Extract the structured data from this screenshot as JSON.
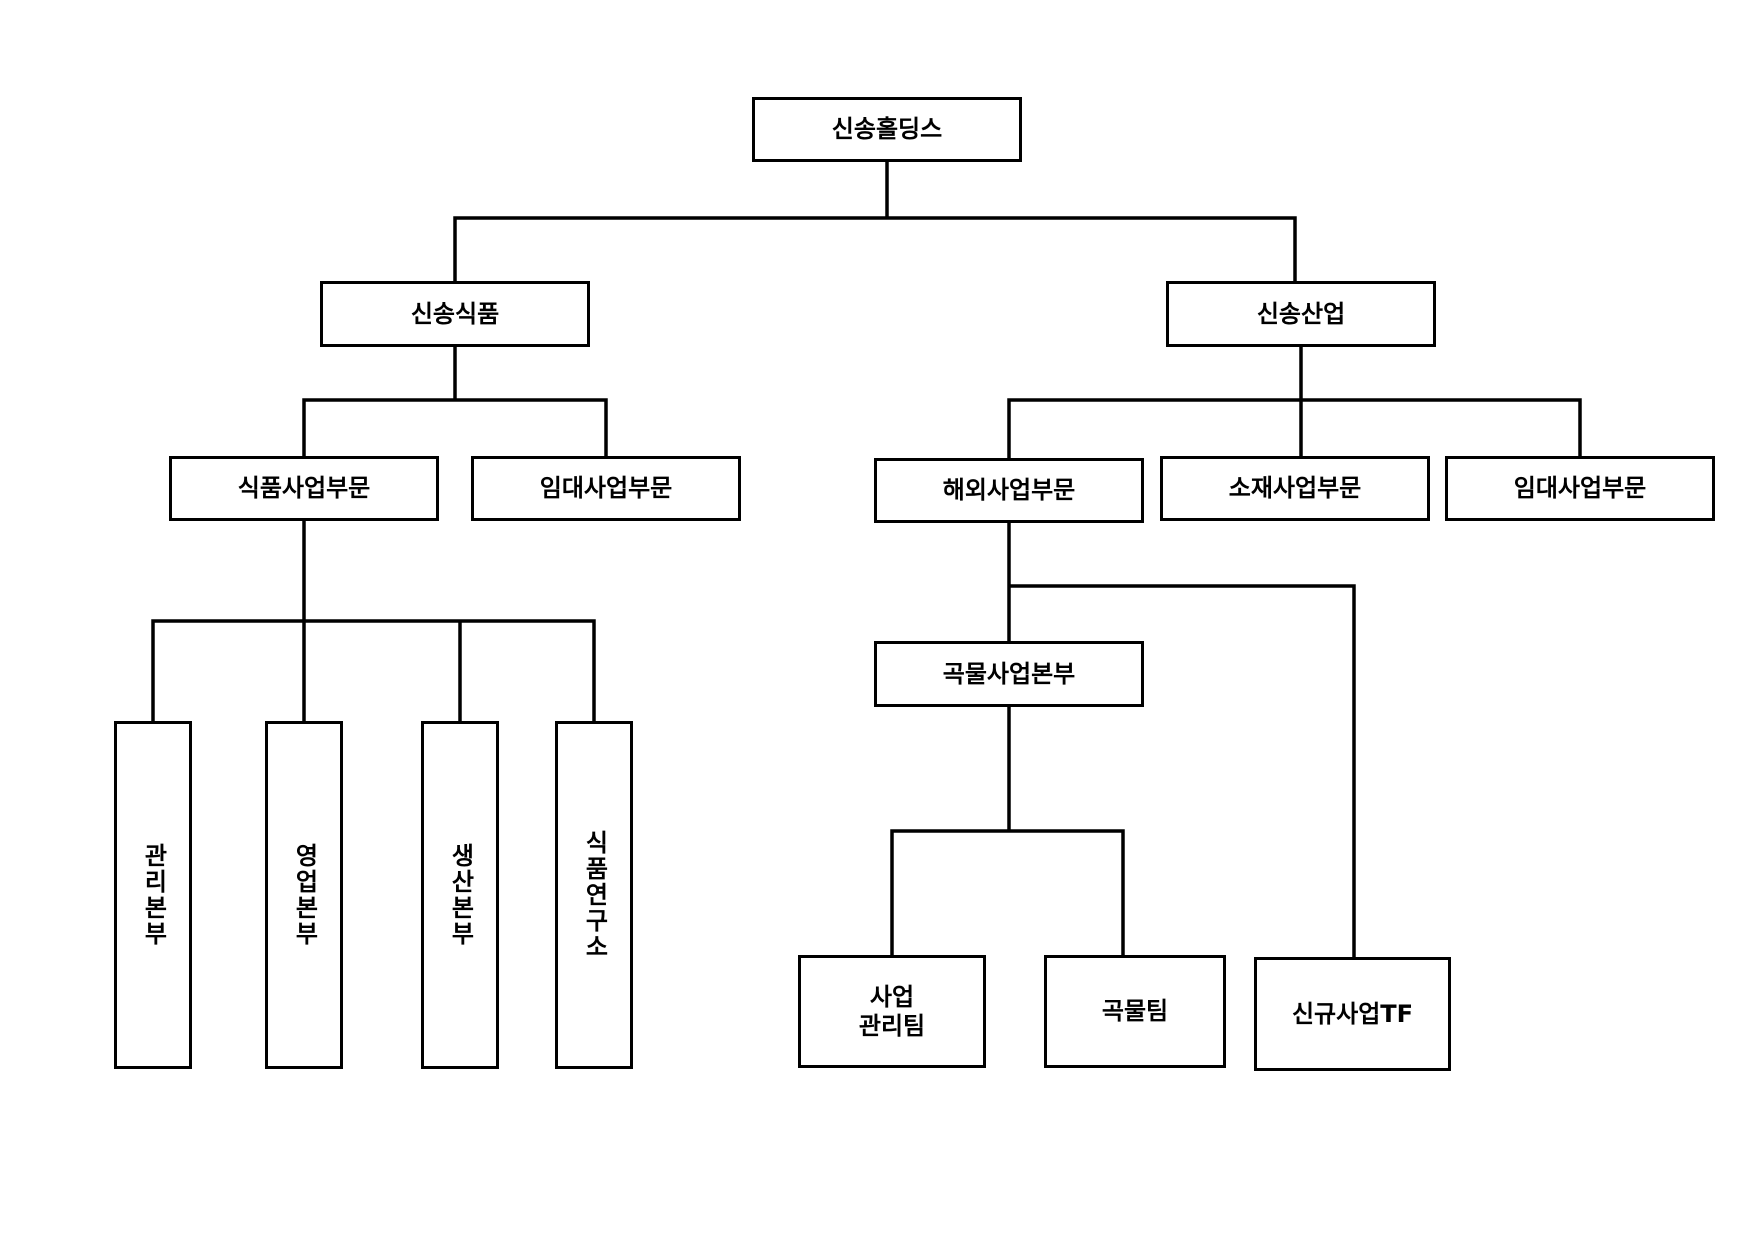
{
  "org": {
    "root": "신송홀딩스",
    "food_company": {
      "name": "신송식품",
      "food_division": {
        "name": "식품사업부문",
        "units": [
          "관리본부",
          "영업본부",
          "생산본부",
          "식품연구소"
        ]
      },
      "rental_division": "임대사업부문"
    },
    "industry_company": {
      "name": "신송산업",
      "overseas_division": {
        "name": "해외사업부문",
        "grain_hq": {
          "name": "곡물사업본부",
          "teams": [
            "사업\n관리팀",
            "곡물팀"
          ]
        },
        "new_business_tf": "신규사업TF"
      },
      "materials_division": "소재사업부문",
      "rental_division": "임대사업부문"
    }
  }
}
